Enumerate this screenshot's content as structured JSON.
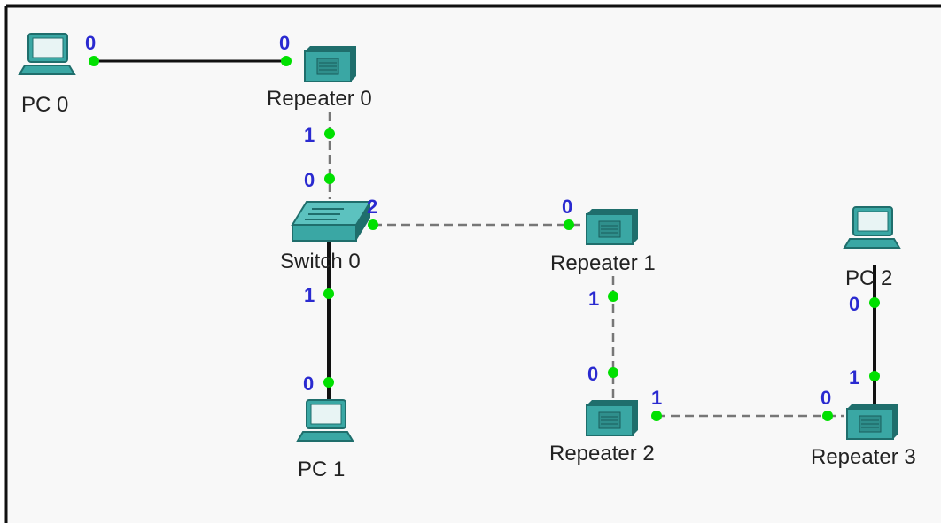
{
  "topology": {
    "devices": {
      "pc0": {
        "label": "PC 0",
        "icon": "pc-icon"
      },
      "repeater0": {
        "label": "Repeater 0",
        "icon": "repeater-icon"
      },
      "switch0": {
        "label": "Switch 0",
        "icon": "switch-icon"
      },
      "repeater1": {
        "label": "Repeater 1",
        "icon": "repeater-icon"
      },
      "pc1": {
        "label": "PC 1",
        "icon": "pc-icon"
      },
      "repeater2": {
        "label": "Repeater 2",
        "icon": "repeater-icon"
      },
      "repeater3": {
        "label": "Repeater 3",
        "icon": "repeater-icon"
      },
      "pc2": {
        "label": "PC 2",
        "icon": "pc-icon"
      }
    },
    "links": [
      {
        "from": "pc0",
        "from_port": "0",
        "to": "repeater0",
        "to_port": "0",
        "style": "solid"
      },
      {
        "from": "repeater0",
        "from_port": "1",
        "to": "switch0",
        "to_port": "0",
        "style": "dashed"
      },
      {
        "from": "switch0",
        "from_port": "2",
        "to": "repeater1",
        "to_port": "0",
        "style": "dashed"
      },
      {
        "from": "switch0",
        "from_port": "1",
        "to": "pc1",
        "to_port": "0",
        "style": "solid"
      },
      {
        "from": "repeater1",
        "from_port": "1",
        "to": "repeater2",
        "to_port": "0",
        "style": "dashed"
      },
      {
        "from": "repeater2",
        "from_port": "1",
        "to": "repeater3",
        "to_port": "0",
        "style": "dashed"
      },
      {
        "from": "repeater3",
        "from_port": "1",
        "to": "pc2",
        "to_port": "0",
        "style": "solid"
      }
    ]
  },
  "colors": {
    "background": "#f8f8f8",
    "border": "#111111",
    "device_teal": "#3aa7a4",
    "device_dark": "#1f6e6c",
    "link_up_dot": "#00e000",
    "port_label": "#2a2ad0"
  }
}
